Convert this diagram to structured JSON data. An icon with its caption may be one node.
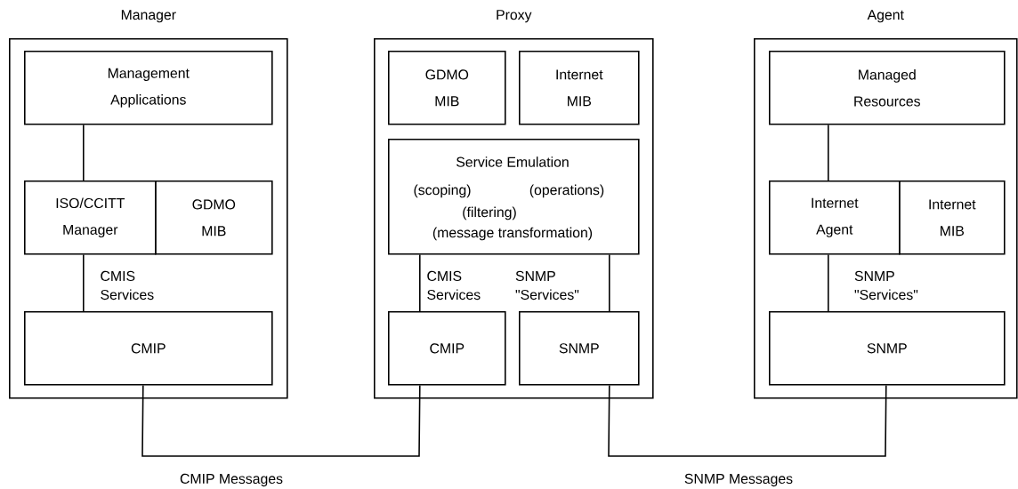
{
  "diagram": {
    "nodes": [
      {
        "text": [
          "Manager"
        ]
      },
      {
        "text": [
          "Management Applications"
        ],
        "in": 0
      },
      {
        "text": [
          "ISO/CCITT Manager"
        ],
        "in": 0
      },
      {
        "text": [
          "GDMO MIB"
        ],
        "in": 0
      },
      {
        "text": [
          "CMIP"
        ],
        "in": 0
      },
      {
        "text": [
          "Proxy"
        ]
      },
      {
        "text": [
          "GDMO MIB"
        ],
        "in": 5
      },
      {
        "text": [
          "Internet MIB"
        ],
        "in": 5
      },
      {
        "text": [
          "Service Emulation",
          "(scoping)",
          "(operations)",
          "(filtering)",
          "(message transformation)"
        ],
        "in": 5
      },
      {
        "text": [
          "CMIP"
        ],
        "in": 5
      },
      {
        "text": [
          "SNMP"
        ],
        "in": 5
      },
      {
        "text": [
          "Agent"
        ]
      },
      {
        "text": [
          "Managed Resources"
        ],
        "in": 11
      },
      {
        "text": [
          "Internet Agent"
        ],
        "in": 11
      },
      {
        "text": [
          "Internet MIB"
        ],
        "in": 11
      },
      {
        "text": [
          "SNMP"
        ],
        "in": 11
      }
    ],
    "edges": [
      {
        "from": 1,
        "to": 2,
        "arrow": "none"
      },
      {
        "from": 2,
        "to": 4,
        "arrow": "none",
        "label": "CMIS Services"
      },
      {
        "from": 8,
        "to": 9,
        "arrow": "none",
        "label": "CMIS Services"
      },
      {
        "from": 8,
        "to": 10,
        "arrow": "none",
        "label": "SNMP \"Services\""
      },
      {
        "from": 12,
        "to": 13,
        "arrow": "none"
      },
      {
        "from": 13,
        "to": 15,
        "arrow": "none",
        "label": "SNMP \"Services\""
      },
      {
        "from": 4,
        "to": 9,
        "arrow": "none",
        "label": "CMIP Messages"
      },
      {
        "from": 10,
        "to": 15,
        "arrow": "none",
        "label": "SNMP Messages"
      }
    ]
  }
}
